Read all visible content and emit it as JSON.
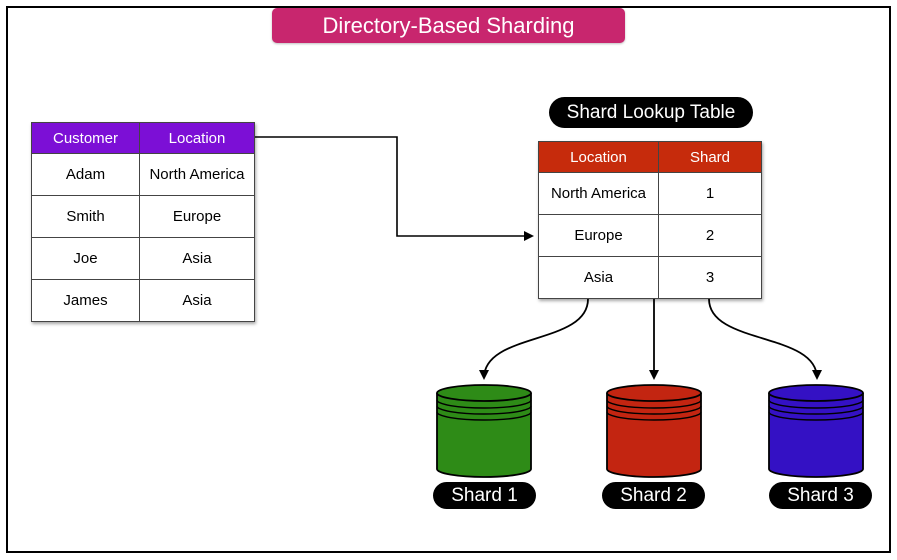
{
  "title": "Directory-Based Sharding",
  "customer_table": {
    "headers": [
      "Customer",
      "Location"
    ],
    "rows": [
      [
        "Adam",
        "North America"
      ],
      [
        "Smith",
        "Europe"
      ],
      [
        "Joe",
        "Asia"
      ],
      [
        "James",
        "Asia"
      ]
    ],
    "header_color": "#7c0fd6"
  },
  "lookup": {
    "title": "Shard Lookup Table",
    "headers": [
      "Location",
      "Shard"
    ],
    "rows": [
      [
        "North America",
        "1"
      ],
      [
        "Europe",
        "2"
      ],
      [
        "Asia",
        "3"
      ]
    ],
    "header_color": "#c62b0c"
  },
  "shards": [
    {
      "label": "Shard 1",
      "color": "#2e8b17"
    },
    {
      "label": "Shard 2",
      "color": "#c32511"
    },
    {
      "label": "Shard 3",
      "color": "#3411c4"
    }
  ]
}
